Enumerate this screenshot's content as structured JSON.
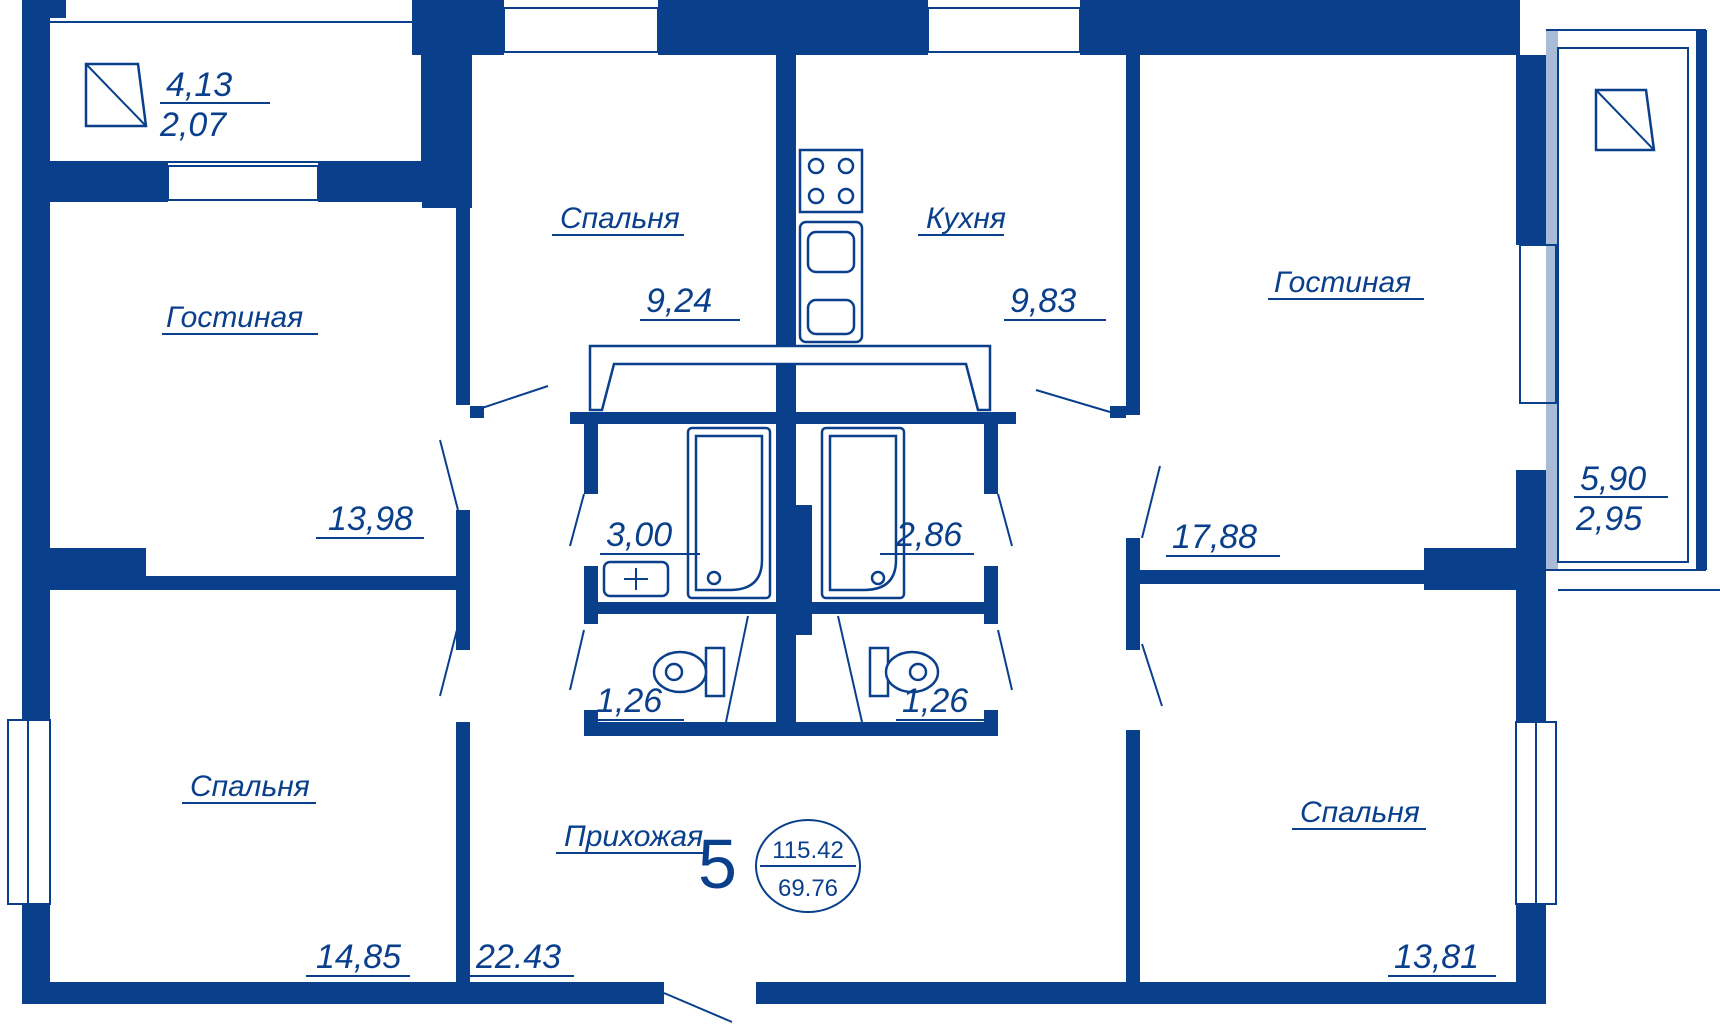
{
  "rooms": {
    "living_left": {
      "name": "Гостиная",
      "area": "13,98"
    },
    "bedroom_top": {
      "name": "Спальня",
      "area": "9,24"
    },
    "kitchen": {
      "name": "Кухня",
      "area": "9,83"
    },
    "living_right": {
      "name": "Гостиная",
      "area": "17,88"
    },
    "bedroom_left": {
      "name": "Спальня",
      "area": "14,85"
    },
    "bedroom_right": {
      "name": "Спальня",
      "area": "13,81"
    },
    "hall": {
      "name": "Прихожая",
      "area": "22.43"
    },
    "bath_left": {
      "area": "3,00"
    },
    "bath_right": {
      "area": "2,86"
    },
    "wc_left": {
      "area": "1,26"
    },
    "wc_right": {
      "area": "1,26"
    }
  },
  "balconies": {
    "left": {
      "area": "4,13",
      "reduced": "2,07"
    },
    "right": {
      "area": "5,90",
      "reduced": "2,95"
    }
  },
  "apartment": {
    "number": "5",
    "total_area": "115.42",
    "living_area": "69.76"
  },
  "colors": {
    "wall": "#0a3f8c",
    "background": "#ffffff"
  }
}
